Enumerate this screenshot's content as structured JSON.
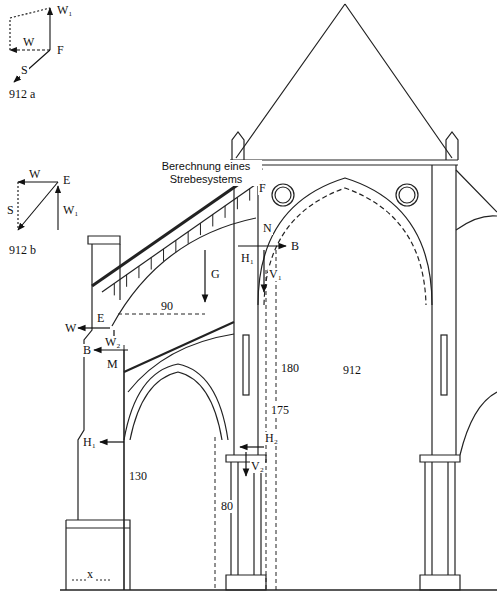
{
  "diagram": {
    "title": "Berechnung eines Strebesystems",
    "labels": [
      "W₁",
      "W",
      "F",
      "S",
      "912 a",
      "W",
      "E",
      "S",
      "W₁",
      "912 b",
      "F",
      "N",
      "B",
      "H₁",
      "V₁",
      "G",
      "90",
      "W",
      "E",
      "W₂",
      "B",
      "M",
      "180",
      "175",
      "912",
      "H₁",
      "130",
      "H₂",
      "V₂",
      "80",
      "x"
    ]
  }
}
